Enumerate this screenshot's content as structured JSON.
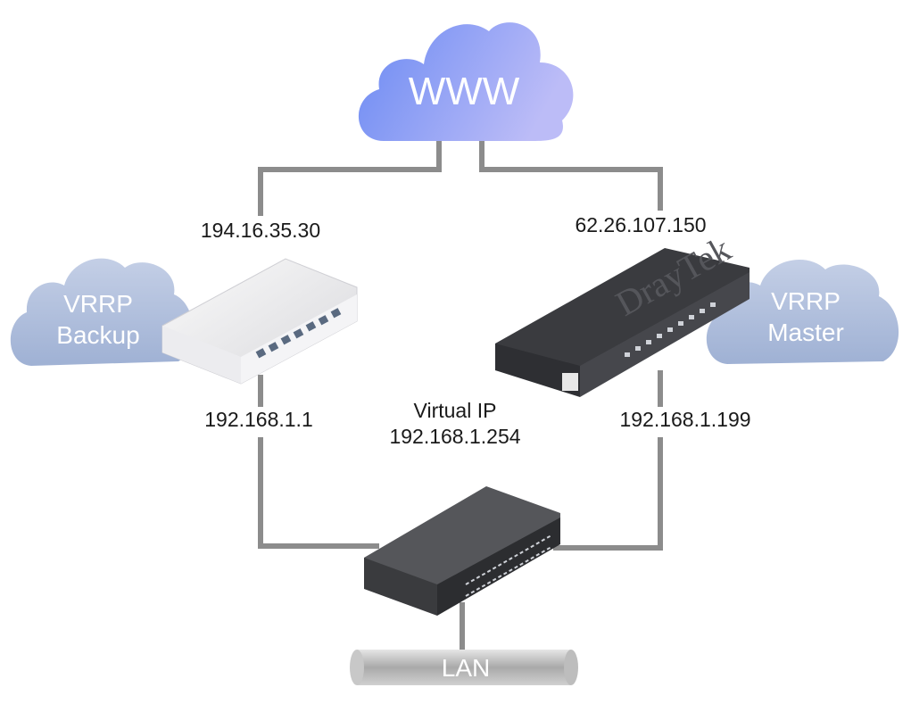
{
  "colors": {
    "link": "#8c8c8c",
    "www_cloud_start": "#6d8df4",
    "www_cloud_end": "#b6b9f7",
    "vrrp_cloud": "#aebcd9"
  },
  "nodes": {
    "www": {
      "label": "WWW",
      "icon": "cloud-icon"
    },
    "backup": {
      "label_line1": "VRRP",
      "label_line2": "Backup",
      "icon": "cloud-icon",
      "device": "router-icon",
      "wan_ip": "194.16.35.30",
      "lan_ip": "192.168.1.1"
    },
    "master": {
      "label_line1": "VRRP",
      "label_line2": "Master",
      "icon": "cloud-icon",
      "device": "router-icon",
      "device_brand": "DrayTek",
      "wan_ip": "62.26.107.150",
      "lan_ip": "192.168.1.199"
    },
    "virtual": {
      "label": "Virtual IP",
      "ip": "192.168.1.254"
    },
    "switch": {
      "device": "switch-icon"
    },
    "lan": {
      "label": "LAN",
      "icon": "cylinder-icon"
    }
  }
}
